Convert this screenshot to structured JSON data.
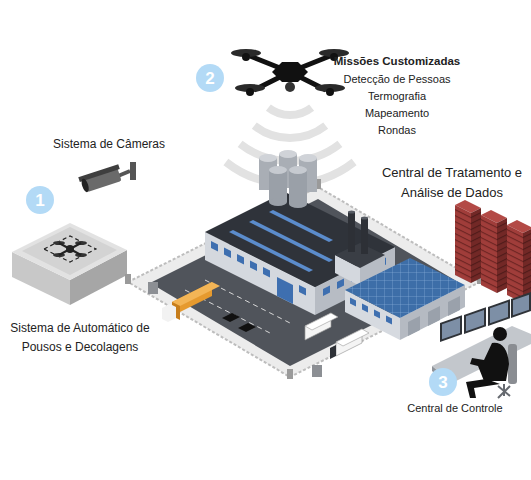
{
  "diagram": {
    "nodes": [
      {
        "text": [
          "2"
        ]
      },
      {
        "text": [
          "1"
        ]
      },
      {
        "text": [
          "3"
        ]
      }
    ],
    "labels": [
      "Missões Customizadas",
      "Detecção de Pessoas",
      "Termografia",
      "Mapeamento",
      "Rondas",
      "Sistema de Câmeras",
      "Central de Tratamento e Análise de Dados",
      "Sistema de Automático de Pousos e Decolagens",
      "Central de Controle"
    ]
  }
}
